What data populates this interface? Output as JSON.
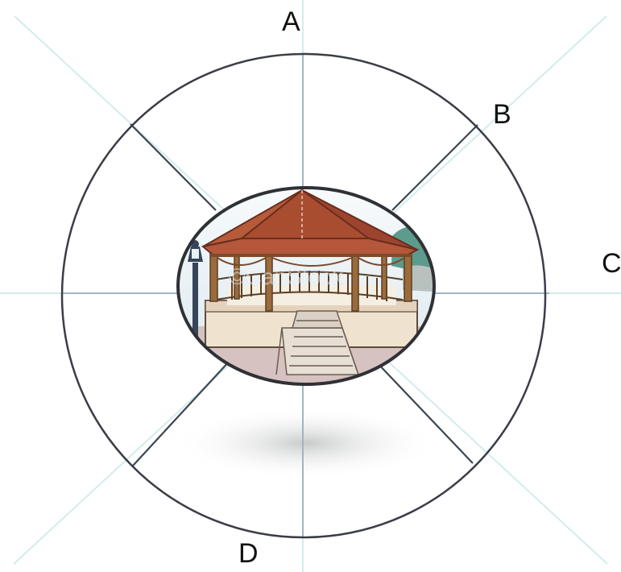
{
  "labels": {
    "a": "A",
    "b": "B",
    "c": "C",
    "d": "D"
  },
  "watermark": "©CanStock",
  "colors": {
    "circle": "#3a3d47",
    "spoke": "#3b4652",
    "gridline": "#b8d8d8",
    "roof": "#a94d31",
    "roof_dark": "#7b3725",
    "wood": "#9b6b3b",
    "wall": "#f3e6d3",
    "stone": "#d5c6b8",
    "sky": "#dce8ee"
  }
}
